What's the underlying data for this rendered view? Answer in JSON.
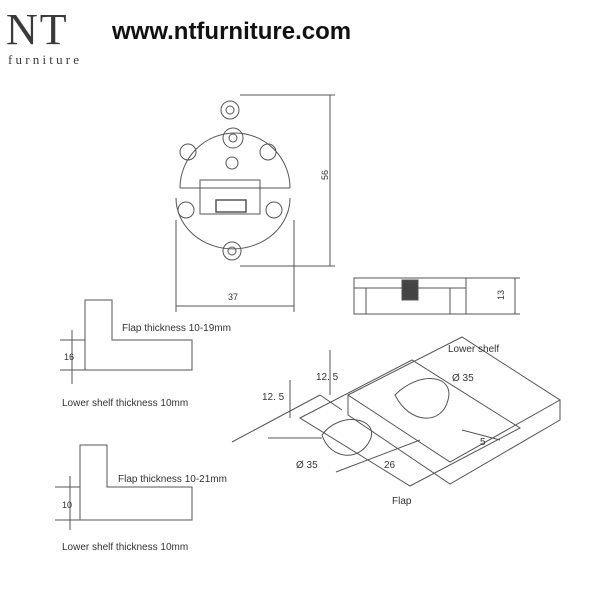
{
  "header": {
    "logo_letters": "NT",
    "logo_word": "furniture",
    "website": "www.ntfurniture.com"
  },
  "dimensions": {
    "height": "56",
    "width": "37",
    "side_height": "13",
    "flap_offset": "12. 5",
    "shelf_offset": "12. 5",
    "bore_top": "Ø 35",
    "bore_bottom": "Ø 35",
    "edge_distance": "5",
    "center_distance": "26"
  },
  "labels": {
    "flap_thickness_1": "Flap thickness 10-19mm",
    "shelf_thickness_1": "Lower shelf thickness 10mm",
    "dim_16": "16",
    "flap_thickness_2": "Flap thickness 10-21mm",
    "shelf_thickness_2": "Lower shelf thickness 10mm",
    "dim_10": "10",
    "lower_shelf": "Lower shelf",
    "flap": "Flap"
  }
}
